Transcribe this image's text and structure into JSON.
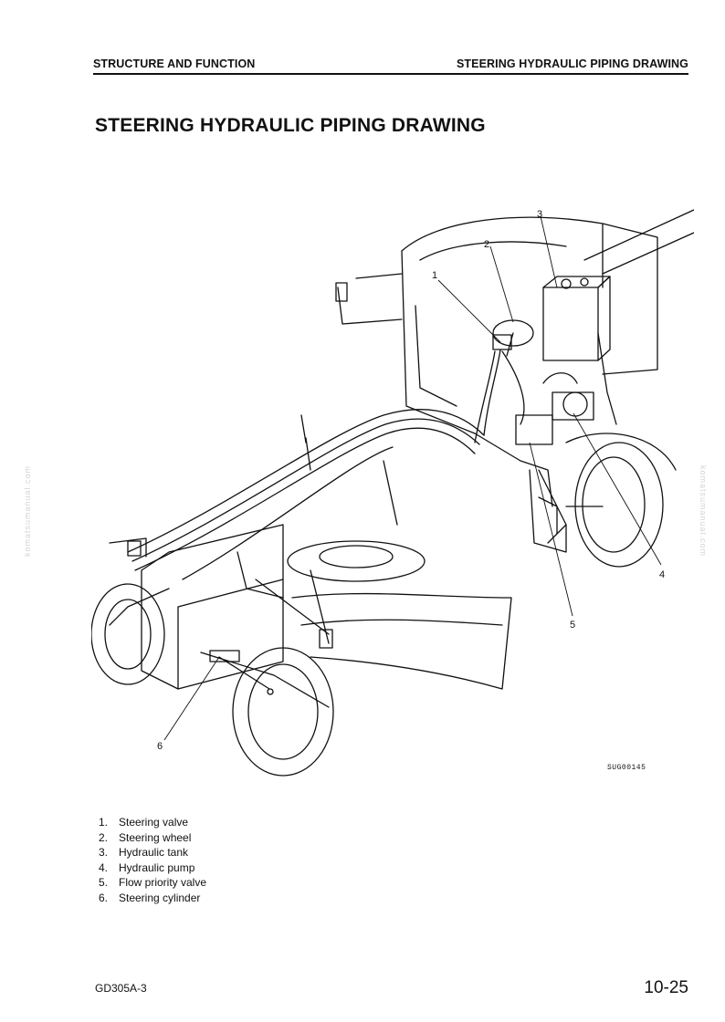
{
  "header": {
    "left": "STRUCTURE AND FUNCTION",
    "right": "STEERING HYDRAULIC PIPING DRAWING"
  },
  "title": "STEERING HYDRAULIC PIPING DRAWING",
  "figure": {
    "code": "SUG00145",
    "callouts": [
      "1",
      "2",
      "3",
      "4",
      "5",
      "6"
    ]
  },
  "legend": [
    {
      "num": "1.",
      "label": "Steering valve"
    },
    {
      "num": "2.",
      "label": "Steering wheel"
    },
    {
      "num": "3.",
      "label": "Hydraulic tank"
    },
    {
      "num": "4.",
      "label": "Hydraulic pump"
    },
    {
      "num": "5.",
      "label": "Flow priority valve"
    },
    {
      "num": "6.",
      "label": "Steering cylinder"
    }
  ],
  "watermark": "komatsumanual.com",
  "footer": {
    "model": "GD305A-3",
    "page": "10-25"
  }
}
